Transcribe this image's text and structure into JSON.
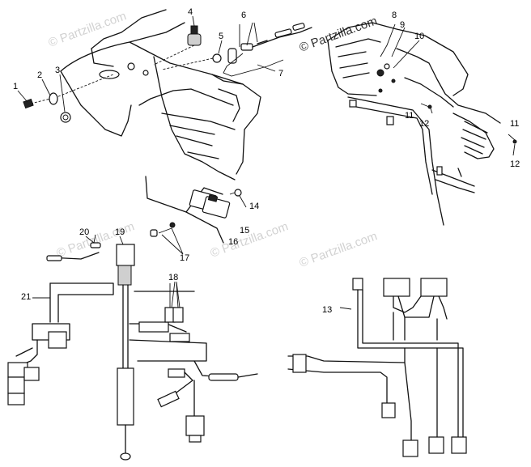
{
  "watermarks": {
    "top_left": "© Partzilla.com",
    "top_right": "© Partzilla.com",
    "mid_center": "© Partzilla.com",
    "mid_right": "© Partzilla.com",
    "lower_left": "© Partzilla.com"
  },
  "callouts": [
    "1",
    "2",
    "3",
    "4",
    "5",
    "6",
    "7",
    "8",
    "9",
    "10",
    "11",
    "12",
    "11",
    "12",
    "14",
    "15",
    "16",
    "17",
    "18",
    "19",
    "20",
    "21",
    "13"
  ]
}
